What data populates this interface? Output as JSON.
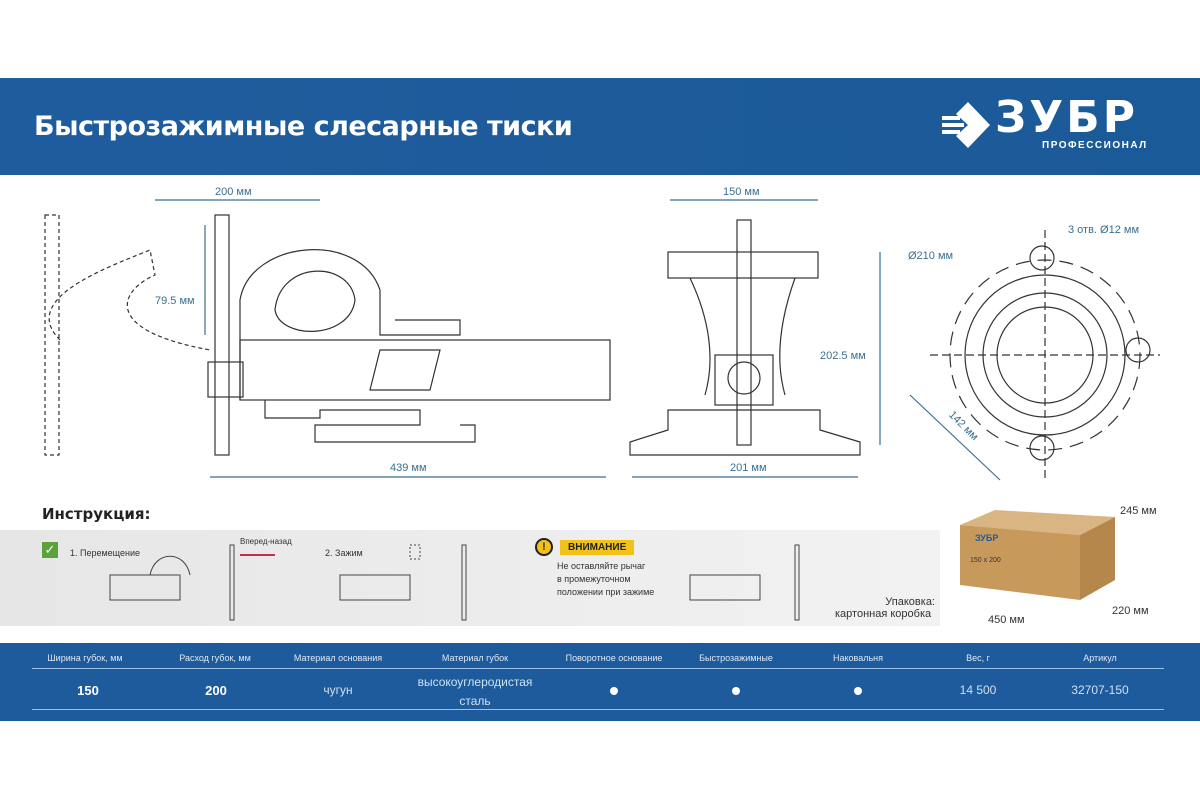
{
  "header": {
    "title": "Быстрозажимные слесарные тиски",
    "logo_brand": "ЗУБР",
    "logo_sub": "ПРОФЕССИОНАЛ",
    "color": "#1f5c9e"
  },
  "dimensions": {
    "jaw_travel": "200 мм",
    "jaw_height": "79.5 мм",
    "length": "439 мм",
    "jaw_width": "150 мм",
    "height": "202.5 мм",
    "base_width": "201 мм",
    "holes": "3 отв. Ø12 мм",
    "base_dia": "Ø210 мм",
    "hole_spacing": "142 мм"
  },
  "instruction": {
    "title": "Инструкция:",
    "step1": "1. Перемещение",
    "direction": "Вперед-назад",
    "step2": "2. Зажим",
    "warning_label": "ВНИМАНИЕ",
    "warning_text": [
      "Не оставляйте рычаг",
      "в промежуточном",
      "положении при зажиме"
    ]
  },
  "package": {
    "label": "Упаковка:",
    "type": "картонная коробка",
    "height": "245 мм",
    "length": "450 мм",
    "width": "220 мм",
    "box_brand": "ЗУБР",
    "box_size": "150 х 200"
  },
  "table": {
    "headers": [
      "Ширина губок, мм",
      "Расход губок, мм",
      "Материал основания",
      "Материал губок",
      "Поворотное основание",
      "Быстрозажимные",
      "Наковальня",
      "Вес, г",
      "Артикул"
    ],
    "row": [
      "150",
      "200",
      "чугун",
      "высокоуглеродистая сталь",
      "●",
      "●",
      "●",
      "14 500",
      "32707-150"
    ]
  }
}
